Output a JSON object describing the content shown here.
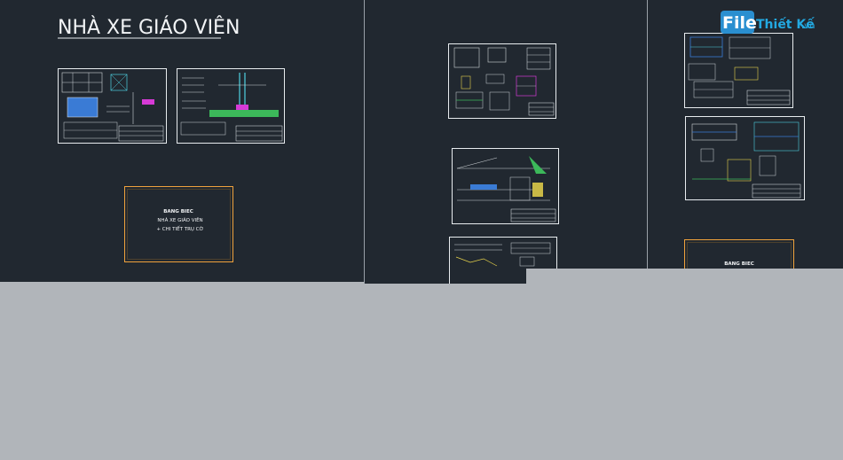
{
  "drawing": {
    "title": "NHÀ XE GIÁO VIÊN",
    "cover_sheet": {
      "header": "BANG BIEC",
      "line1": "NHÀ XE GIÁO VIÊN",
      "line2": "+ CHI TIẾT TRỤ CỜ"
    },
    "cover_sheet_2": {
      "header": "BANG BIEC"
    }
  },
  "watermark": {
    "file": "File",
    "thiet_ke": "Thiết Kế",
    "domain": ".vn"
  },
  "colors": {
    "model_space": "#212830",
    "outside": "#b1b5ba",
    "sheet_line": "#e8ecef",
    "cover_frame": "#f0a23c",
    "accent_blue": "#3a7bd5",
    "accent_green": "#3cb85a",
    "accent_magenta": "#d63ad6",
    "accent_cyan": "#4fd0e0",
    "accent_yellow": "#e6d24a"
  }
}
